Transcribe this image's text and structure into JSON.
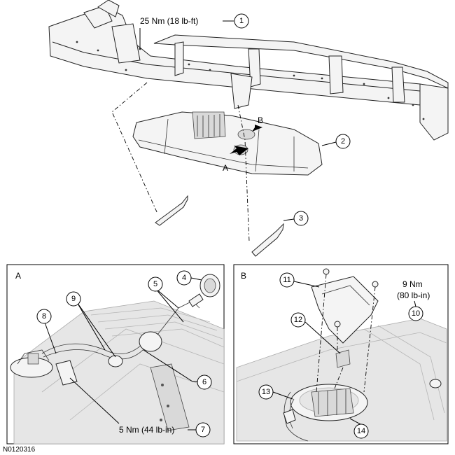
{
  "figure_id": "N0120316",
  "main": {
    "torque_1": "25 Nm (18 lb-ft)",
    "callouts": [
      "1",
      "2",
      "3"
    ],
    "view_a": "A",
    "view_b": "B"
  },
  "detail_a": {
    "title": "A",
    "callouts": [
      "4",
      "5",
      "6",
      "7",
      "8",
      "9"
    ],
    "torque_7": "5 Nm (44 lb-in)"
  },
  "detail_b": {
    "title": "B",
    "callouts": [
      "10",
      "11",
      "12",
      "13",
      "14"
    ],
    "torque_10_line1": "9 Nm",
    "torque_10_line2": "(80 lb-in)"
  }
}
